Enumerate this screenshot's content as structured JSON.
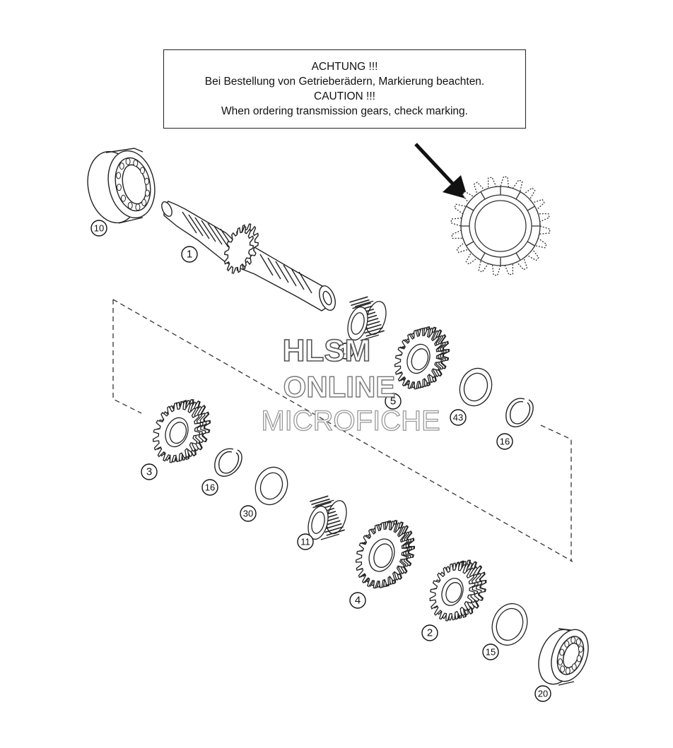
{
  "caution": {
    "line1": "ACHTUNG !!!",
    "line2": "Bei Bestellung von Getrieberädern, Markierung beachten.",
    "line3": "CAUTION !!!",
    "line4": "When ordering transmission gears, check marking."
  },
  "watermark": {
    "line1": "HLSM",
    "line2": "ONLINE",
    "line3": "MICROFICHE"
  },
  "callouts": [
    {
      "id": "c1",
      "label": "1"
    },
    {
      "id": "c10",
      "label": "10"
    },
    {
      "id": "c12",
      "label": "12"
    },
    {
      "id": "c5",
      "label": "5"
    },
    {
      "id": "c43",
      "label": "43"
    },
    {
      "id": "c16a",
      "label": "16"
    },
    {
      "id": "c3",
      "label": "3"
    },
    {
      "id": "c16b",
      "label": "16"
    },
    {
      "id": "c30",
      "label": "30"
    },
    {
      "id": "c11",
      "label": "11"
    },
    {
      "id": "c4",
      "label": "4"
    },
    {
      "id": "c2",
      "label": "2"
    },
    {
      "id": "c15",
      "label": "15"
    },
    {
      "id": "c20",
      "label": "20"
    }
  ]
}
